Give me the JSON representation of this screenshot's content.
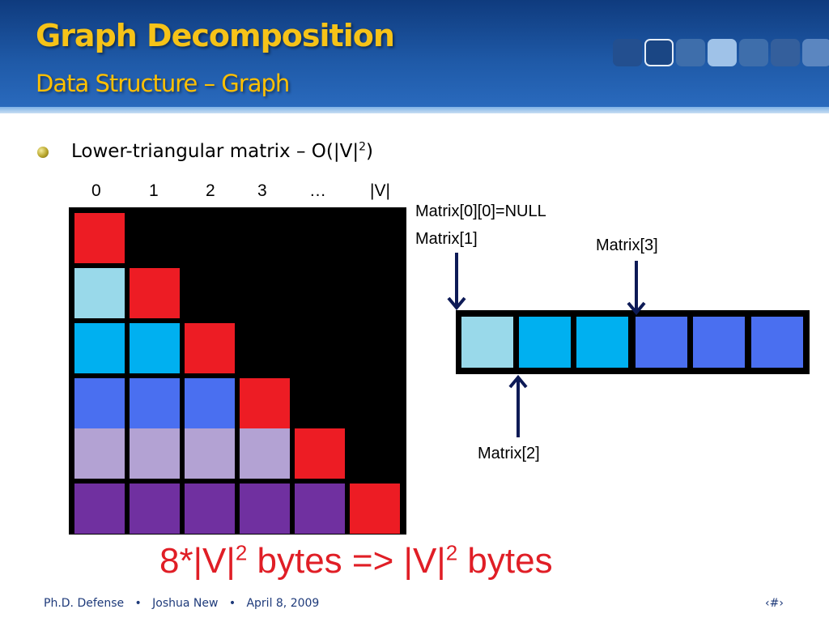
{
  "header": {
    "title": "Graph Decomposition",
    "subtitle": "Data Structure – Graph"
  },
  "bullet": {
    "prefix": "Lower-triangular matrix – O(|V|",
    "exponent": "2",
    "suffix": ")"
  },
  "matrix": {
    "column_labels": [
      "0",
      "1",
      "2",
      "3",
      "…",
      "|V|"
    ],
    "rows": [
      [
        "#ed1c24"
      ],
      [
        "#99d9ea",
        "#ed1c24"
      ],
      [
        "#00b0f0",
        "#00b0f0",
        "#ed1c24"
      ],
      [
        "#4a6ff0",
        "#4a6ff0",
        "#4a6ff0",
        "#ed1c24"
      ],
      [
        "#b3a2d3",
        "#b3a2d3",
        "#b3a2d3",
        "#b3a2d3",
        "#ed1c24"
      ],
      [
        "#7030a0",
        "#7030a0",
        "#7030a0",
        "#7030a0",
        "#7030a0",
        "#ed1c24"
      ]
    ],
    "background": "#000000"
  },
  "array": {
    "cells": [
      "#99d9ea",
      "#00b0f0",
      "#00b0f0",
      "#4a6ff0",
      "#4a6ff0",
      "#4a6ff0"
    ],
    "labels": {
      "null_line": "Matrix[0][0]=NULL",
      "m1": "Matrix[1]",
      "m2": "Matrix[2]",
      "m3": "Matrix[3]"
    },
    "arrow_color": "#0d1a56"
  },
  "formula": {
    "part1": "8*|V|",
    "exp1": "2",
    "part2": " bytes => |V|",
    "exp2": "2",
    "part3": " bytes",
    "color": "#e01e26"
  },
  "footer": {
    "presentation": "Ph.D. Defense",
    "author": "Joshua New",
    "date": "April 8, 2009",
    "separator": "•",
    "page": "‹#›"
  },
  "theme": {
    "title_color": "#f6c318",
    "header_blue": "#1f5aa8"
  }
}
